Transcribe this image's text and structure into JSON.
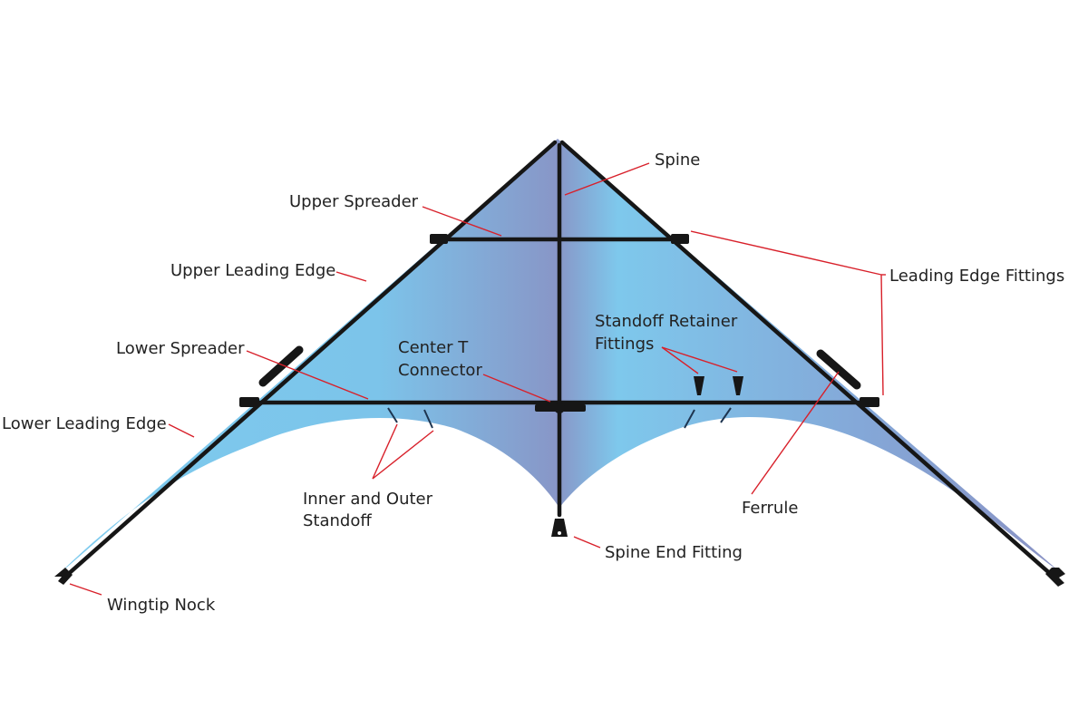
{
  "colors": {
    "sail_light": "#7ecbee",
    "sail_dark": "#8795c6",
    "frame": "#161616",
    "leader_line": "#d8202a",
    "label_text": "#222222"
  },
  "labels": {
    "spine": "Spine",
    "upper_spreader": "Upper Spreader",
    "upper_leading_edge": "Upper Leading Edge",
    "leading_edge_fittings": "Leading Edge Fittings",
    "standoff_retainer_line1": "Standoff Retainer",
    "standoff_retainer_line2": "Fittings",
    "lower_spreader": "Lower Spreader",
    "center_t_line1": "Center T",
    "center_t_line2": "Connector",
    "lower_leading_edge": "Lower Leading Edge",
    "ferrule": "Ferrule",
    "inner_outer_line1": "Inner and Outer",
    "inner_outer_line2": "Standoff",
    "spine_end_fitting": "Spine End Fitting",
    "wingtip_nock": "Wingtip Nock"
  }
}
